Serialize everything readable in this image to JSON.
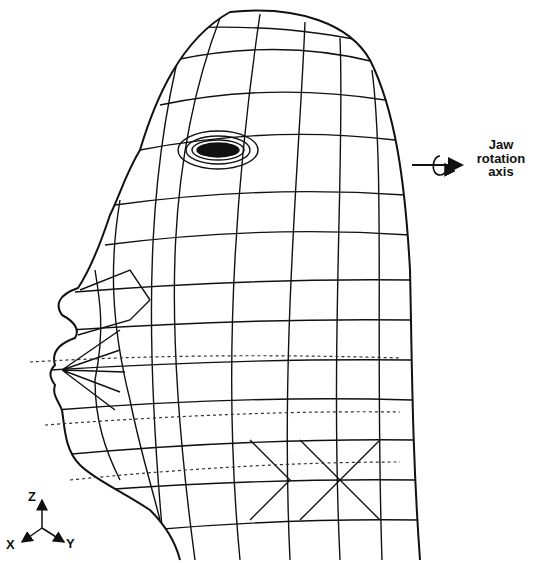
{
  "diagram": {
    "labels": [
      "Jaw rotation axis",
      "Z",
      "X",
      "Y"
    ]
  }
}
